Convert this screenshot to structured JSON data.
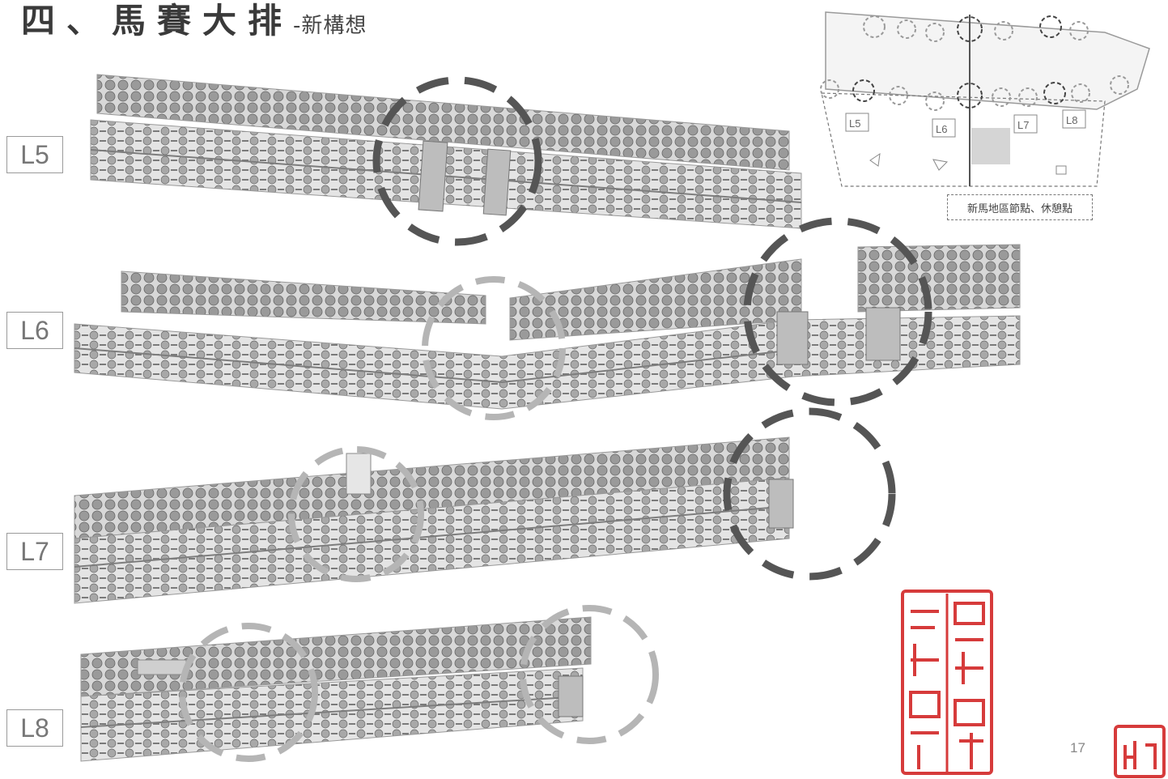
{
  "title": "四、馬賽大排",
  "subtitle": "-新構想",
  "sections": [
    {
      "label": "L5"
    },
    {
      "label": "L6"
    },
    {
      "label": "L7"
    },
    {
      "label": "L8"
    }
  ],
  "keymap": {
    "zone_labels": [
      "L5",
      "L6",
      "L7",
      "L8"
    ],
    "legend": "新馬地區節點、休憩點"
  },
  "page_number": "17",
  "colors": {
    "greenway": "#c9c9c9",
    "tree": "#8f8f8f",
    "dark_circle": "#555555",
    "light_circle": "#b5b5b5",
    "seal": "#d63b3b"
  }
}
